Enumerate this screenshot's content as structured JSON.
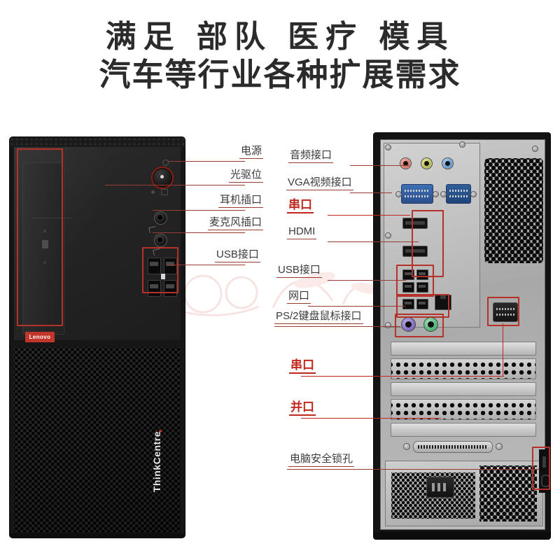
{
  "headline": {
    "line1": "满足 部队 医疗 模具",
    "line2": "汽车等行业各种扩展需求"
  },
  "colors": {
    "accent_red": "#c0281e",
    "rule_red": "#9a3b33",
    "lenovo_red": "#c2352b",
    "headline_gray": "#2b2b2b",
    "label_gray": "#3a3a3a",
    "page_background": "#ffffff"
  },
  "front_tower": {
    "brand_badge": "Lenovo",
    "model_text": "ThinkCentre",
    "callouts": [
      {
        "id": "power",
        "label": "电源",
        "emphasis": "normal"
      },
      {
        "id": "odd-bay",
        "label": "光驱位",
        "emphasis": "normal"
      },
      {
        "id": "headphone",
        "label": "耳机插口",
        "emphasis": "normal"
      },
      {
        "id": "microphone",
        "label": "麦克风插口",
        "emphasis": "normal"
      },
      {
        "id": "usb-front",
        "label": "USB接口",
        "emphasis": "normal"
      }
    ]
  },
  "rear_tower": {
    "callouts": [
      {
        "id": "audio",
        "label": "音频接口",
        "emphasis": "normal"
      },
      {
        "id": "vga",
        "label": "VGA视频接口",
        "emphasis": "normal"
      },
      {
        "id": "serial-1",
        "label": "串口",
        "emphasis": "red"
      },
      {
        "id": "hdmi",
        "label": "HDMI",
        "emphasis": "normal"
      },
      {
        "id": "usb-rear",
        "label": "USB接口",
        "emphasis": "normal"
      },
      {
        "id": "lan",
        "label": "网口",
        "emphasis": "normal"
      },
      {
        "id": "ps2",
        "label": "PS/2键盘鼠标接口",
        "emphasis": "normal"
      },
      {
        "id": "serial-2",
        "label": "串口",
        "emphasis": "red"
      },
      {
        "id": "parallel",
        "label": "并口",
        "emphasis": "red"
      },
      {
        "id": "lock",
        "label": "电脑安全锁孔",
        "emphasis": "normal"
      }
    ]
  }
}
